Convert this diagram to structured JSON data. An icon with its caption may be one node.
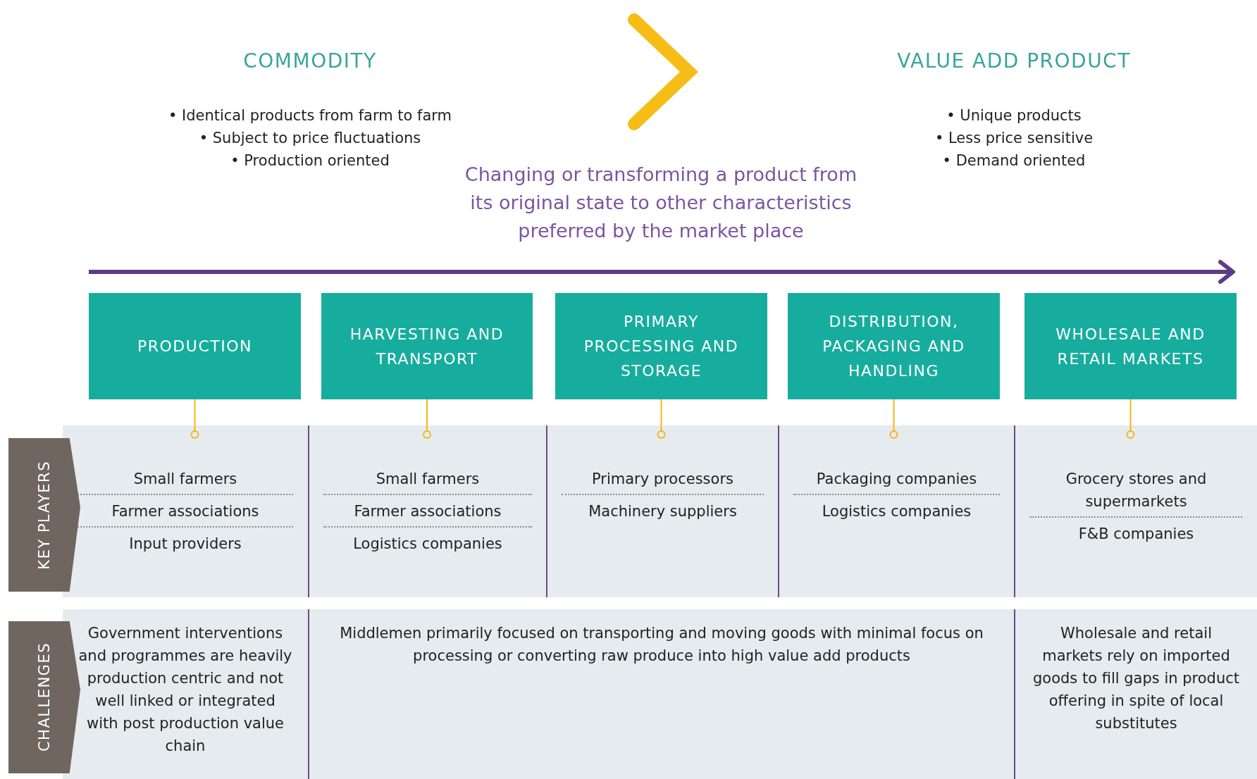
{
  "diagram": {
    "nodes": [
      {
        "text": [
          "PRODUCTION"
        ]
      },
      {
        "text": [
          "HARVESTING AND TRANSPORT"
        ]
      },
      {
        "text": [
          "PRIMARY PROCESSING AND STORAGE"
        ]
      },
      {
        "text": [
          "DISTRIBUTION, PACKAGING AND HANDLING"
        ]
      },
      {
        "text": [
          "WHOLESALE AND RETAIL MARKETS"
        ]
      },
      {
        "text": [
          "KEY PLAYERS"
        ]
      },
      {
        "text": [
          "Small farmers",
          "Farmer associations",
          "Input providers"
        ]
      },
      {
        "text": [
          "Small farmers",
          "Farmer associations",
          "Logistics companies"
        ]
      },
      {
        "text": [
          "Primary processors",
          "Machinery suppliers"
        ]
      },
      {
        "text": [
          "Packaging companies",
          "Logistics companies"
        ]
      },
      {
        "text": [
          "Grocery stores and supermarkets",
          "F&B companies"
        ]
      },
      {
        "text": [
          "CHALLENGES"
        ]
      },
      {
        "text": [
          "Government interventions and programmes are heavily production centric and not well linked or integrated with post production value chain"
        ]
      },
      {
        "text": [
          "Middlemen primarily focused on transporting and moving goods with minimal focus on processing or converting raw produce into high value add products"
        ]
      },
      {
        "text": [
          "Wholesale and retail markets rely on imported goods to fill gaps in product offering in spite of local substitutes"
        ]
      }
    ],
    "edges": [
      {
        "from": 0,
        "to": 6,
        "arrow": "other"
      },
      {
        "from": 1,
        "to": 7,
        "arrow": "other"
      },
      {
        "from": 2,
        "to": 8,
        "arrow": "other"
      },
      {
        "from": 3,
        "to": 9,
        "arrow": "other"
      },
      {
        "from": 4,
        "to": 10,
        "arrow": "other"
      }
    ],
    "labels": [
      "COMMODITY",
      "• Identical products from farm to farm",
      "• Subject to price fluctuations",
      "• Production oriented",
      "VALUE ADD PRODUCT",
      "• Unique products",
      "• Less price sensitive",
      "• Demand oriented",
      "Changing or transforming a product from its original state to other characteristics preferred by the market place"
    ]
  }
}
